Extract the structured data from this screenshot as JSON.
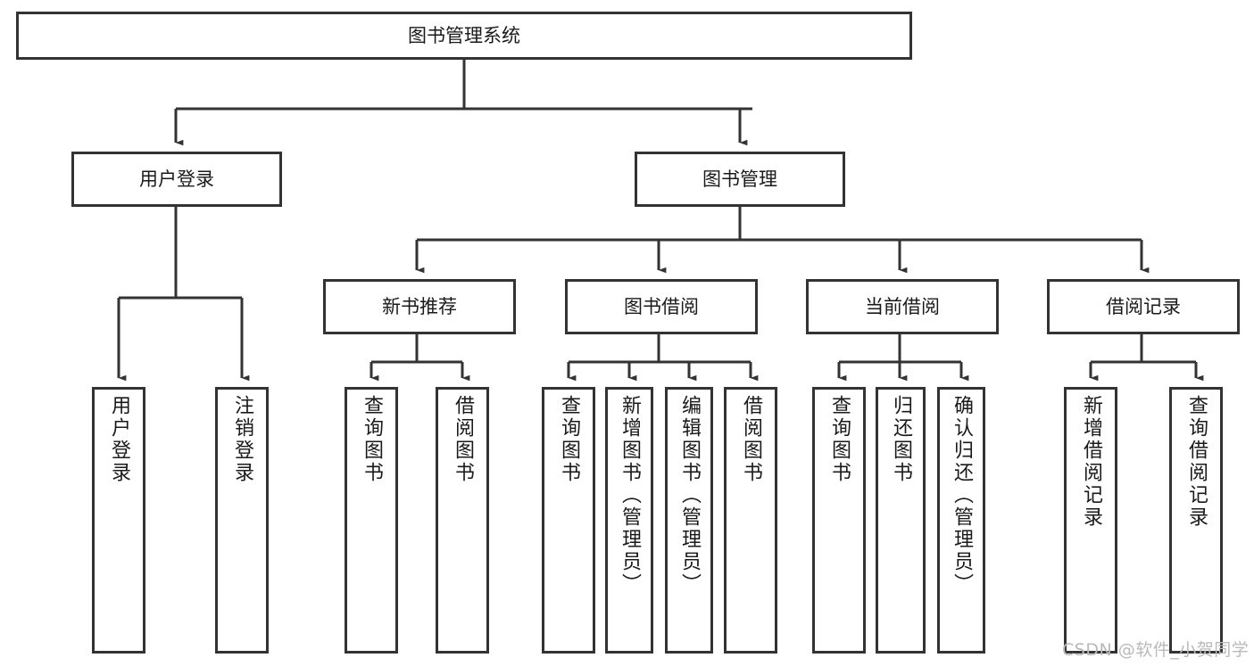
{
  "diagram": {
    "title": "图书管理系统",
    "type": "tree",
    "colors": {
      "box_border": "#333333",
      "box_fill": "#ffffff",
      "connector": "#333333",
      "text": "#1a1a1a",
      "watermark": "#b9b9b9",
      "background": "#ffffff"
    },
    "root": {
      "label": "图书管理系统"
    },
    "level2": [
      {
        "label": "用户登录"
      },
      {
        "label": "图书管理"
      }
    ],
    "level3": [
      {
        "label": "新书推荐"
      },
      {
        "label": "图书借阅"
      },
      {
        "label": "当前借阅"
      },
      {
        "label": "借阅记录"
      }
    ],
    "leaves": {
      "user_login": [
        {
          "label": "用户登录"
        },
        {
          "label": "注销登录"
        }
      ],
      "new_book_recommend": [
        {
          "label": "查询图书"
        },
        {
          "label": "借阅图书"
        }
      ],
      "book_borrow": [
        {
          "label": "查询图书"
        },
        {
          "label": "新增图书（管理员）"
        },
        {
          "label": "编辑图书（管理员）"
        },
        {
          "label": "借阅图书"
        }
      ],
      "current_borrow": [
        {
          "label": "查询图书"
        },
        {
          "label": "归还图书"
        },
        {
          "label": "确认归还（管理员）"
        }
      ],
      "borrow_record": [
        {
          "label": "新增借阅记录"
        },
        {
          "label": "查询借阅记录"
        }
      ]
    }
  },
  "watermark": {
    "text": "CSDN @软件_小贺同学"
  }
}
